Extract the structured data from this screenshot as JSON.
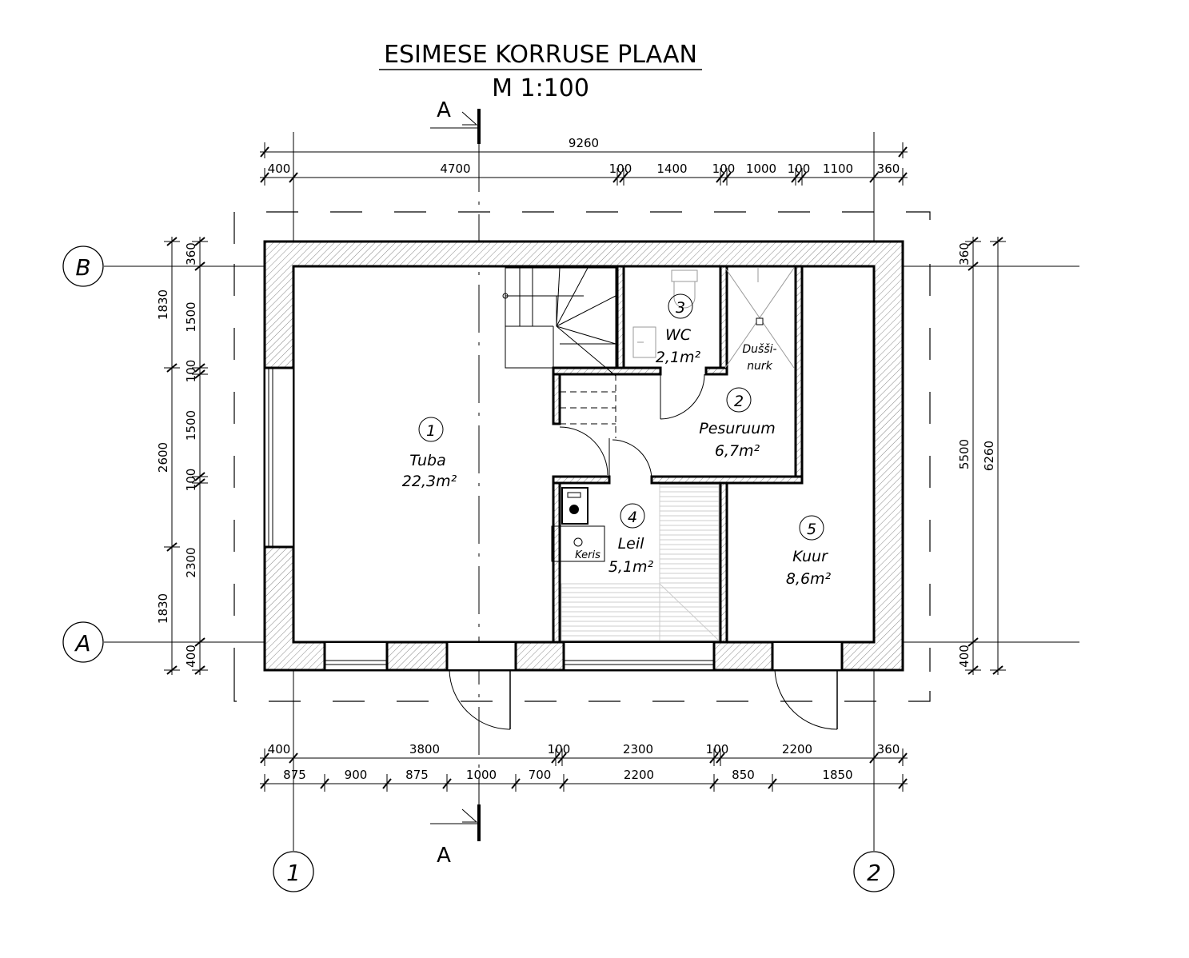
{
  "title": "ESIMESE KORRUSE PLAAN",
  "scale": "M 1:100",
  "section_marks": {
    "top": "A",
    "bottom": "A"
  },
  "grid_axes": {
    "x1": "1",
    "x2": "2",
    "yA": "A",
    "yB": "B"
  },
  "dimensions": {
    "top_overall": "9260",
    "top_chain": [
      "400",
      "4700",
      "100",
      "1400",
      "100",
      "1000",
      "100",
      "1100",
      "360"
    ],
    "bottom_chain1": [
      "400",
      "3800",
      "100",
      "2300",
      "100",
      "2200",
      "360"
    ],
    "bottom_chain2": [
      "875",
      "900",
      "875",
      "1000",
      "700",
      "2200",
      "850",
      "1850"
    ],
    "left_outer": [
      "1830",
      "2600",
      "1830"
    ],
    "left_inner": [
      "360",
      "1500",
      "100",
      "1500",
      "100",
      "2300",
      "400"
    ],
    "right_inner": [
      "360",
      "5500",
      "400"
    ],
    "right_outer": "6260"
  },
  "rooms": [
    {
      "number": "1",
      "name": "Tuba",
      "area": "22,3m²"
    },
    {
      "number": "2",
      "name": "Pesuruum",
      "area": "6,7m²"
    },
    {
      "number": "3",
      "name": "WC",
      "area": "2,1m²"
    },
    {
      "number": "4",
      "name": "Leil",
      "area": "5,1m²"
    },
    {
      "number": "5",
      "name": "Kuur",
      "area": "8,6m²"
    }
  ],
  "labels": {
    "shower_1": "Dušši-",
    "shower_2": "nurk",
    "stove": "Keris"
  }
}
